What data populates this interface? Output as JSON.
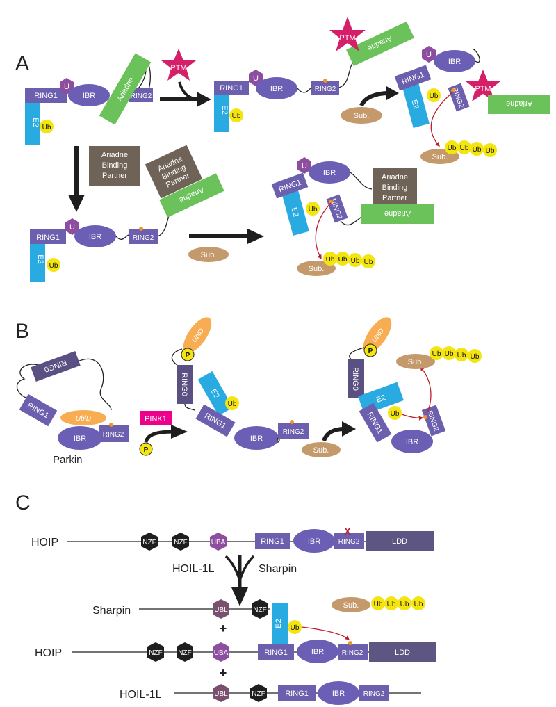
{
  "panels": {
    "a": "A",
    "b": "B",
    "c": "C"
  },
  "domains": {
    "ring1": "RING1",
    "ring2": "RING2",
    "ring0": "RING0",
    "ibr": "IBR",
    "u": "U",
    "e2": "E2",
    "ub": "Ub",
    "ariadne": "Ariadne",
    "ptm": "PTM",
    "sub": "Sub.",
    "ubld": "UblD",
    "p": "P",
    "nzf": "NZF",
    "uba": "UBA",
    "ubl": "UBL",
    "ldd": "LDD"
  },
  "abp": {
    "line1": "Ariadne",
    "line2": "Binding",
    "line3": "Partner"
  },
  "labels": {
    "parkin": "Parkin",
    "pink1": "PINK1",
    "hoip": "HOIP",
    "hoil": "HOIL-1L",
    "sharpin": "Sharpin",
    "plus": "+",
    "x_mark": "X"
  },
  "colors": {
    "ring": "#6b5fae",
    "ring_dark": "#5a5082",
    "ibr": "#6a5eb5",
    "u": "#8e4ea0",
    "e2": "#29abe2",
    "ub": "#f4e511",
    "ariadne": "#6cc25a",
    "ptm": "#d61f69",
    "sub": "#c49a6c",
    "abp": "#6e6356",
    "ubld": "#f8ad52",
    "pink1": "#ec008c",
    "nzf": "#1e1e1e",
    "ubl": "#7b4f6e",
    "ldd": "#5d5582",
    "site": "#f7941d",
    "arrow_red": "#be1e2d"
  }
}
